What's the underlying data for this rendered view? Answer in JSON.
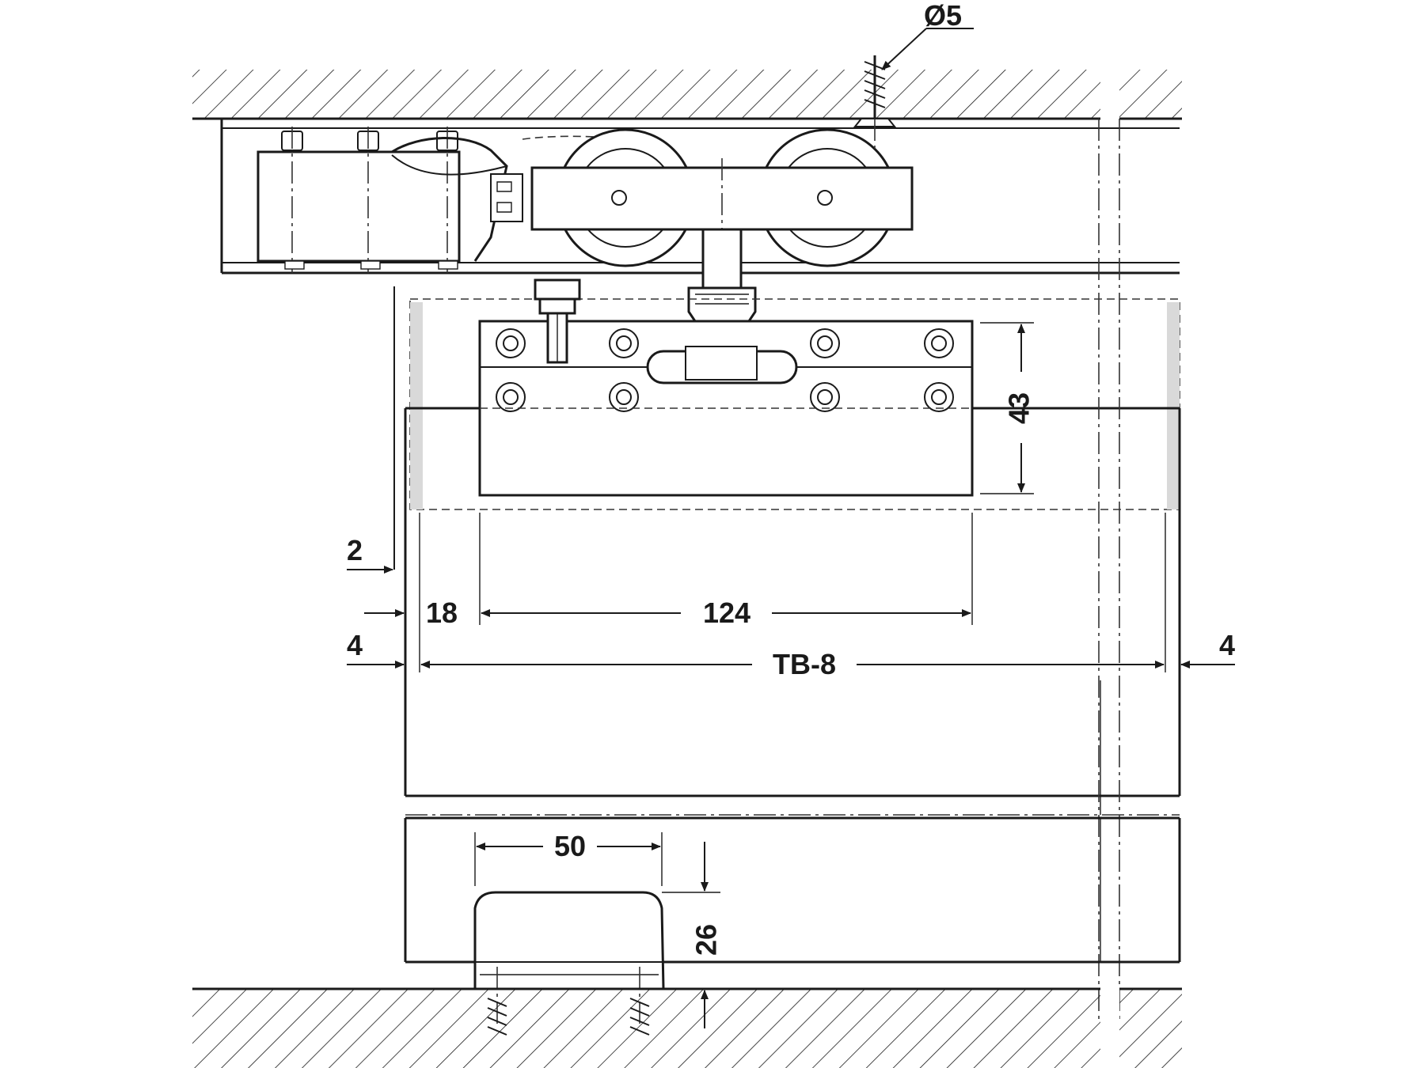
{
  "dimensions": {
    "screw_diameter": "Ø5",
    "mounting_plate_height": "43",
    "wall_gap": "2",
    "panel_thickness": "18",
    "mounting_plate_width": "124",
    "side_clearance_left": "4",
    "side_clearance_right": "4",
    "door_width": "TB-8",
    "guide_width": "50",
    "guide_height": "26"
  },
  "colors": {
    "line": "#1a1a1a",
    "hatch": "#1a1a1a",
    "background": "#ffffff",
    "shade": "#d9d9d9"
  }
}
